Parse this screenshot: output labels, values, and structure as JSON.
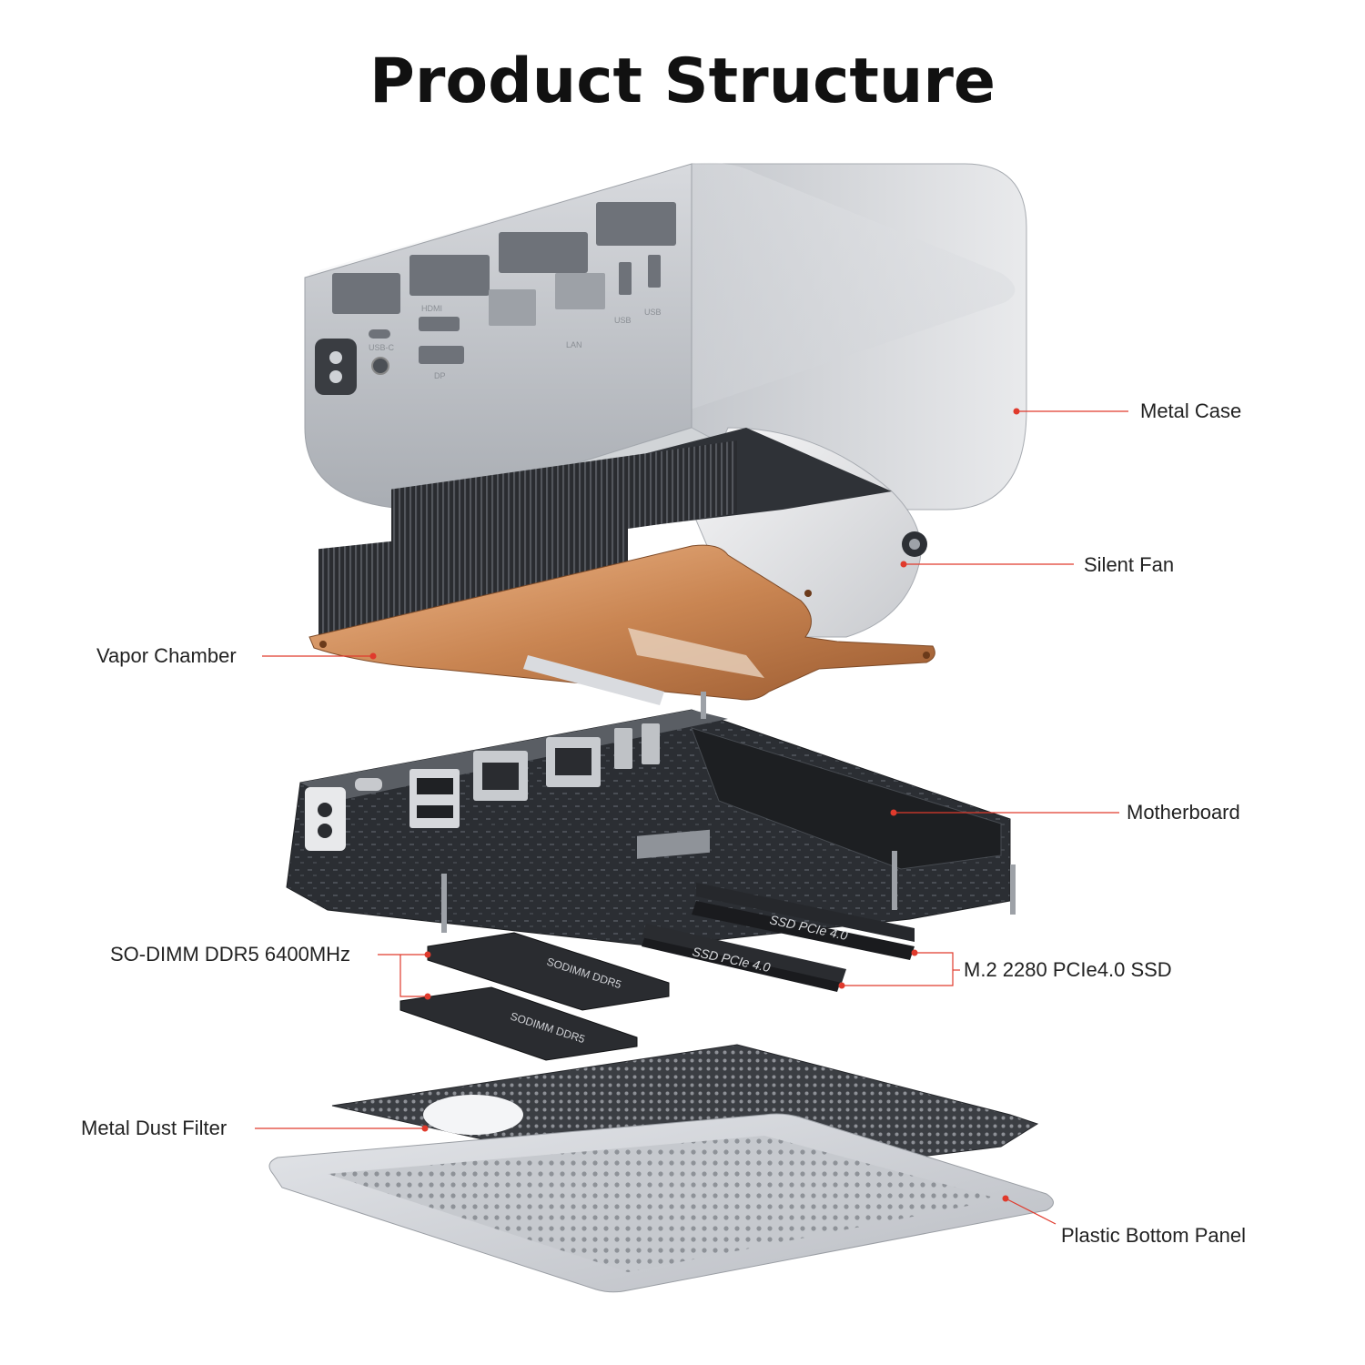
{
  "title": "Product Structure",
  "accent_color": "#e03a2c",
  "callouts": {
    "metal_case": "Metal Case",
    "silent_fan": "Silent Fan",
    "vapor_chamber": "Vapor Chamber",
    "motherboard": "Motherboard",
    "so_dimm": "SO-DIMM DDR5 6400MHz",
    "m2_ssd": "M.2 2280 PCIe4.0 SSD",
    "dust_filter": "Metal Dust Filter",
    "bottom_panel": "Plastic Bottom Panel"
  },
  "case_port_labels": {
    "usb_c": "USB-C",
    "hdmi": "HDMI",
    "dp": "DP",
    "lan": "LAN",
    "usb_1": "USB",
    "usb_2": "USB"
  },
  "component_prints": {
    "ssd_top": "SSD PCIe 4.0",
    "ssd_bottom": "SSD PCIe 4.0",
    "ram_top": "SODIMM DDR5",
    "ram_bottom": "SODIMM DDR5"
  }
}
